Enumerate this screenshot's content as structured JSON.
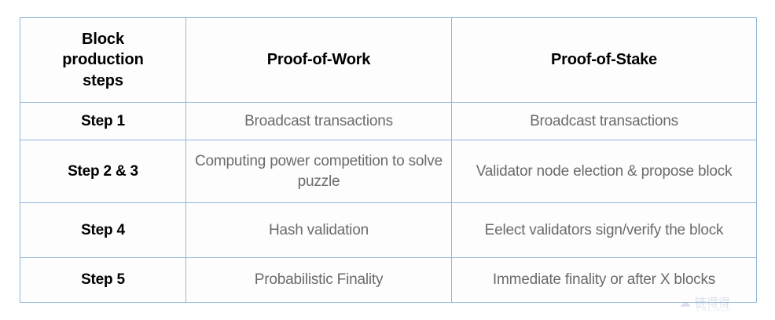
{
  "table": {
    "columns": [
      {
        "key": "steps",
        "label": "Block production steps",
        "label_lines": [
          "Block",
          "production",
          "steps"
        ]
      },
      {
        "key": "pow",
        "label": "Proof-of-Work"
      },
      {
        "key": "pos",
        "label": "Proof-of-Stake"
      }
    ],
    "rows": [
      {
        "step": "Step 1",
        "pow": "Broadcast transactions",
        "pos": "Broadcast transactions"
      },
      {
        "step": "Step 2 & 3",
        "pow": "Computing power competition to solve puzzle",
        "pos": "Validator node election & propose block"
      },
      {
        "step": "Step 4",
        "pow": "Hash validation",
        "pos": "Eelect validators sign/verify the block"
      },
      {
        "step": "Step 5",
        "pow": "Probabilistic Finality",
        "pos": "Immediate finality or after X blocks"
      }
    ]
  },
  "watermark": {
    "mark": "☁ 链得得",
    "subtitle": "CHAINDD"
  },
  "colors": {
    "border": "#93b5db",
    "header_text": "#000000",
    "body_text": "#6b6b6b",
    "cell_background": "#fdfdfd",
    "page_background": "#ffffff"
  }
}
